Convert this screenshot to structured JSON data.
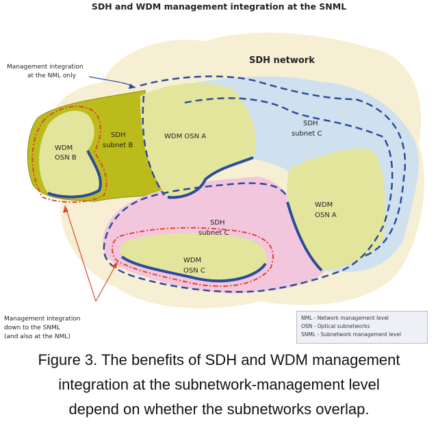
{
  "figure_title": "SDH and WDM management integration at the SNML",
  "labels": {
    "sdh_network": "SDH network",
    "mgmt_nml_line1": "Management integration",
    "mgmt_nml_line2": "at the NML only",
    "mgmt_snml_line1": "Management integration",
    "mgmt_snml_line2": "down to the SNML",
    "mgmt_snml_line3": "(and also at the NML)"
  },
  "regions": {
    "wdm_osn_b": [
      "WDM",
      "OSN B"
    ],
    "sdh_subnet_b": [
      "SDH",
      "subnet B"
    ],
    "wdm_osn_a_top": [
      "WDM OSN A"
    ],
    "sdh_subnet_c_top": [
      "SDH",
      "subnet C"
    ],
    "wdm_osn_a_right": [
      "WDM",
      "OSN A"
    ],
    "sdh_subnet_c_mid": [
      "SDH",
      "subnet C"
    ],
    "wdm_osn_c": [
      "WDM",
      "OSN C"
    ]
  },
  "legend": [
    "NML - Network management level",
    "OSN - Optical subnetworks",
    "SNML - Subnetwork management level"
  ],
  "caption": [
    "Figure 3. The benefits of SDH and WDM management",
    "integration at the subnetwork-management level",
    "depend on whether the subnetworks overlap."
  ],
  "colors": {
    "background_blob": "#f6efd3",
    "subnet_b": "#bcbb1c",
    "wdm_osn": "#e4e59d",
    "subnet_c_top": "#cfe1ee",
    "subnet_c_mid": "#f2c6dd",
    "blue_line": "#2b4a9a",
    "red_line": "#e0452a"
  }
}
